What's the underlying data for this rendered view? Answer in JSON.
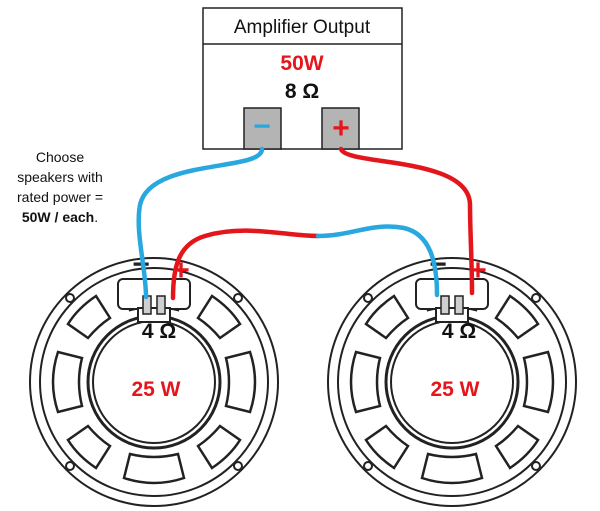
{
  "amplifier": {
    "title": "Amplifier Output",
    "power": "50W",
    "impedance": "8 Ω",
    "negative_symbol": "−",
    "positive_symbol": "+"
  },
  "note": {
    "line1": "Choose",
    "line2": "speakers with",
    "line3": "rated power =",
    "line4_bold": "50W / each",
    "line4_end": "."
  },
  "speakers": [
    {
      "impedance": "4 Ω",
      "power": "25 W",
      "negative_symbol": "−",
      "positive_symbol": "+"
    },
    {
      "impedance": "4 Ω",
      "power": "25 W",
      "negative_symbol": "−",
      "positive_symbol": "+"
    }
  ],
  "colors": {
    "positive_wire": "#e4161b",
    "negative_wire": "#29a8e0",
    "terminal_fill": "#b4b4b4",
    "outline": "#222222"
  }
}
